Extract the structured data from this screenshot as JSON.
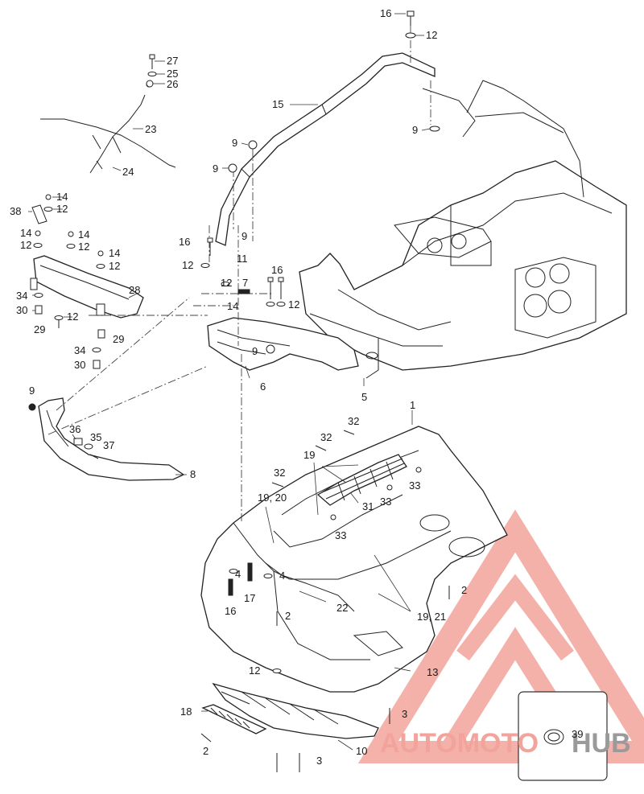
{
  "diagram": {
    "callouts": [
      {
        "id": "c27",
        "text": "27"
      },
      {
        "id": "c25",
        "text": "25"
      },
      {
        "id": "c26",
        "text": "26"
      },
      {
        "id": "c23",
        "text": "23"
      },
      {
        "id": "c24",
        "text": "24"
      },
      {
        "id": "c16a",
        "text": "16"
      },
      {
        "id": "c12a",
        "text": "12"
      },
      {
        "id": "c15",
        "text": "15"
      },
      {
        "id": "c9a",
        "text": "9"
      },
      {
        "id": "c9b",
        "text": "9"
      },
      {
        "id": "c9c",
        "text": "9"
      },
      {
        "id": "c9d",
        "text": "9"
      },
      {
        "id": "c14a",
        "text": "14"
      },
      {
        "id": "c12b",
        "text": "12"
      },
      {
        "id": "c38",
        "text": "38"
      },
      {
        "id": "c14b",
        "text": "14"
      },
      {
        "id": "c12c",
        "text": "12"
      },
      {
        "id": "c14c",
        "text": "14"
      },
      {
        "id": "c12d",
        "text": "12"
      },
      {
        "id": "c14d",
        "text": "14"
      },
      {
        "id": "c12e",
        "text": "12"
      },
      {
        "id": "c16b",
        "text": "16"
      },
      {
        "id": "c12f",
        "text": "12"
      },
      {
        "id": "c11",
        "text": "11"
      },
      {
        "id": "c12g",
        "text": "12"
      },
      {
        "id": "c7",
        "text": "7"
      },
      {
        "id": "c14e",
        "text": "14"
      },
      {
        "id": "c16c",
        "text": "16"
      },
      {
        "id": "c12h",
        "text": "12"
      },
      {
        "id": "c28",
        "text": "28"
      },
      {
        "id": "c34a",
        "text": "34"
      },
      {
        "id": "c30a",
        "text": "30"
      },
      {
        "id": "c12i",
        "text": "12"
      },
      {
        "id": "c29a",
        "text": "29"
      },
      {
        "id": "c29b",
        "text": "29"
      },
      {
        "id": "c34b",
        "text": "34"
      },
      {
        "id": "c30b",
        "text": "30"
      },
      {
        "id": "c9e",
        "text": "9"
      },
      {
        "id": "c6",
        "text": "6"
      },
      {
        "id": "c5",
        "text": "5"
      },
      {
        "id": "c9f",
        "text": "9"
      },
      {
        "id": "c36",
        "text": "36"
      },
      {
        "id": "c35",
        "text": "35"
      },
      {
        "id": "c37",
        "text": "37"
      },
      {
        "id": "c8",
        "text": "8"
      },
      {
        "id": "c1",
        "text": "1"
      },
      {
        "id": "c32a",
        "text": "32"
      },
      {
        "id": "c32b",
        "text": "32"
      },
      {
        "id": "c19a",
        "text": "19"
      },
      {
        "id": "c32c",
        "text": "32"
      },
      {
        "id": "c33a",
        "text": "33"
      },
      {
        "id": "c33b",
        "text": "33"
      },
      {
        "id": "c1920",
        "text": "19, 20"
      },
      {
        "id": "c31",
        "text": "31"
      },
      {
        "id": "c33c",
        "text": "33"
      },
      {
        "id": "c4a",
        "text": "4"
      },
      {
        "id": "c4b",
        "text": "4"
      },
      {
        "id": "c17",
        "text": "17"
      },
      {
        "id": "c16d",
        "text": "16"
      },
      {
        "id": "c2a",
        "text": "2"
      },
      {
        "id": "c2b",
        "text": "2"
      },
      {
        "id": "c22",
        "text": "22"
      },
      {
        "id": "c1921",
        "text": "19, 21"
      },
      {
        "id": "c13",
        "text": "13"
      },
      {
        "id": "c12j",
        "text": "12"
      },
      {
        "id": "c18",
        "text": "18"
      },
      {
        "id": "c3a",
        "text": "3"
      },
      {
        "id": "c3b",
        "text": "3"
      },
      {
        "id": "c2c",
        "text": "2"
      },
      {
        "id": "c10",
        "text": "10"
      },
      {
        "id": "c39",
        "text": "39"
      }
    ]
  },
  "watermark": {
    "part1": "AUTOMOTO",
    "part2": "HUB",
    "color_primary": "#f2a49c",
    "color_secondary": "#9a9a9a"
  }
}
